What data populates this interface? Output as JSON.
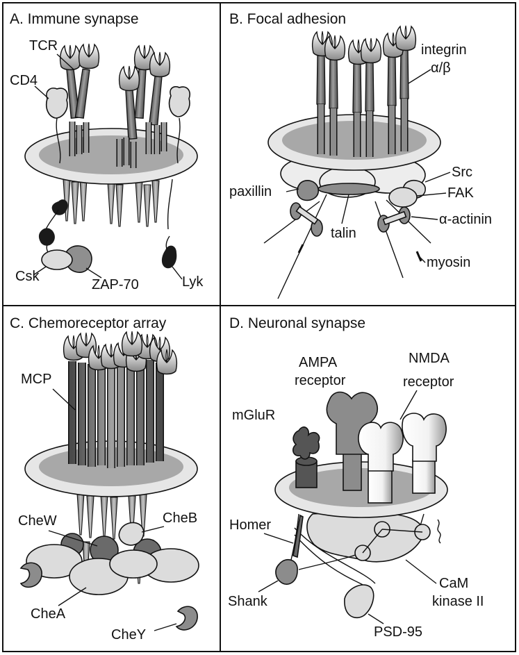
{
  "panels": {
    "a": {
      "title": "A. Immune synapse",
      "labels": {
        "tcr": "TCR",
        "cd4": "CD4",
        "csk": "Csk",
        "zap70": "ZAP-70",
        "lyk": "Lyk"
      }
    },
    "b": {
      "title": "B. Focal adhesion",
      "labels": {
        "integrin": "integrin",
        "integrin_sub": "α/β",
        "src": "Src",
        "paxillin": "paxillin",
        "fak": "FAK",
        "actinin": "α-actinin",
        "talin": "talin",
        "myosin": "myosin"
      }
    },
    "c": {
      "title": "C. Chemoreceptor array",
      "labels": {
        "mcp": "MCP",
        "chew": "CheW",
        "cheb": "CheB",
        "chea": "CheA",
        "chey": "CheY"
      }
    },
    "d": {
      "title": "D. Neuronal synapse",
      "labels": {
        "ampa1": "AMPA",
        "ampa2": "receptor",
        "nmda1": "NMDA",
        "nmda2": "receptor",
        "mglur": "mGluR",
        "homer": "Homer",
        "camk1": "CaM",
        "camk2": "kinase II",
        "shank": "Shank",
        "psd95": "PSD-95"
      }
    }
  },
  "colors": {
    "disc_rim": "#e6e6e6",
    "disc_inner": "#a8a8a8",
    "receptor": "#7a7a7a",
    "light_protein": "#dcdcdc",
    "mid_protein": "#9a9a9a",
    "dark_protein": "#6a6a6a",
    "black_protein": "#1a1a1a"
  }
}
